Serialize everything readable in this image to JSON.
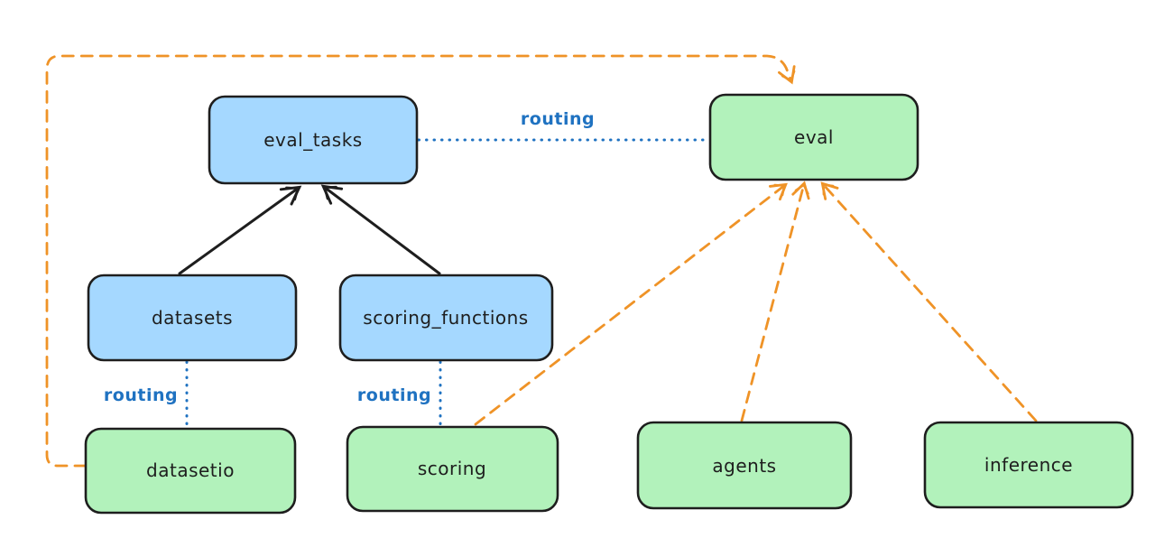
{
  "diagram": {
    "colors": {
      "background": "#ffffff",
      "registry_fill": "#a5d8ff",
      "api_fill": "#b2f2bb",
      "node_stroke": "#1e1e1e",
      "node_text": "#1e1e1e",
      "solid_edge": "#1e1e1e",
      "routing_edge": "#1f72c1",
      "routing_label": "#1f72c1",
      "dashed_edge": "#ef9327"
    },
    "nodes": {
      "eval_tasks": {
        "label": "eval_tasks",
        "kind": "registry"
      },
      "eval": {
        "label": "eval",
        "kind": "api"
      },
      "datasets": {
        "label": "datasets",
        "kind": "registry"
      },
      "scoring_functions": {
        "label": "scoring_functions",
        "kind": "registry"
      },
      "datasetio": {
        "label": "datasetio",
        "kind": "api"
      },
      "scoring": {
        "label": "scoring",
        "kind": "api"
      },
      "agents": {
        "label": "agents",
        "kind": "api"
      },
      "inference": {
        "label": "inference",
        "kind": "api"
      }
    },
    "edges": [
      {
        "from": "datasets",
        "to": "eval_tasks",
        "style": "solid-arrow"
      },
      {
        "from": "scoring_functions",
        "to": "eval_tasks",
        "style": "solid-arrow"
      },
      {
        "from": "eval_tasks",
        "to": "eval",
        "style": "dotted",
        "label": "routing"
      },
      {
        "from": "datasets",
        "to": "datasetio",
        "style": "dotted",
        "label": "routing"
      },
      {
        "from": "scoring_functions",
        "to": "scoring",
        "style": "dotted",
        "label": "routing"
      },
      {
        "from": "datasetio",
        "to": "eval",
        "style": "dashed-arrow"
      },
      {
        "from": "scoring",
        "to": "eval",
        "style": "dashed-arrow"
      },
      {
        "from": "agents",
        "to": "eval",
        "style": "dashed-arrow"
      },
      {
        "from": "inference",
        "to": "eval",
        "style": "dashed-arrow"
      }
    ]
  }
}
